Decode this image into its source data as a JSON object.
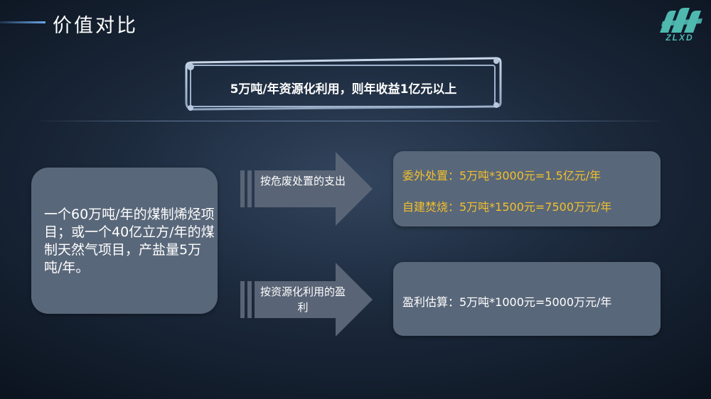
{
  "header": {
    "title": "价值对比",
    "logo_text": "ZLXD"
  },
  "banner": {
    "text": "5万吨/年资源化利用，则年收益1亿元以上"
  },
  "left_box": {
    "text": "一个60万吨/年的煤制烯烃项目；或一个40亿立方/年的煤制天然气项目，产盐量5万吨/年。"
  },
  "arrows": [
    {
      "label": "按危废处置的支出"
    },
    {
      "label": "按资源化利用的盈利"
    }
  ],
  "cost_box": {
    "line1": "委外处置：5万吨*3000元=1.5亿元/年",
    "line2": "自建焚烧：5万吨*1500元=7500万元/年"
  },
  "profit_box": {
    "line1": "盈利估算：5万吨*1000元=5000万元/年"
  },
  "colors": {
    "highlight": "#f2c02b",
    "box": "#59677a",
    "logo": "#4fb9b0"
  }
}
